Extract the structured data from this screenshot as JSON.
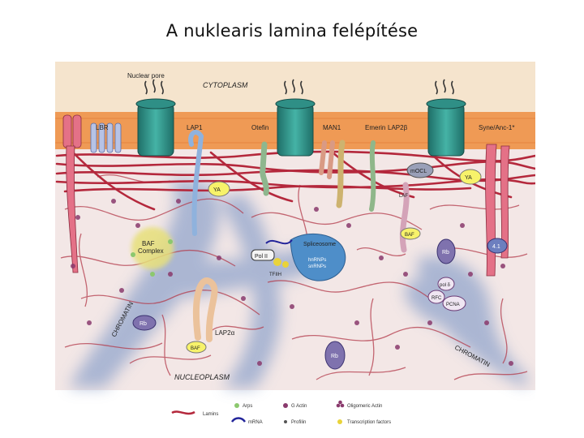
{
  "title": "A nuklearis lamina felépítése",
  "diagram": {
    "top_labels": {
      "nuclear_pore": "Nuclear pore",
      "cytoplasm": "CYTOPLASM"
    },
    "membrane_proteins": [
      "LBR",
      "LAP1",
      "Otefin",
      "MAN1",
      "Emerin",
      "LAP2β",
      "Syne/Anc-1*"
    ],
    "small_labels": {
      "ya_left": "YA",
      "ya_right": "YA",
      "moc": "mOCL",
      "laf": "LAF",
      "baf_complex": "BAF\nComplex",
      "pol": "Pol II",
      "spliceosome": "Spliceosome",
      "rnp": "hnRNPs\nsnRNPs",
      "tfiih": "TFIIH",
      "lap2a": "LAP2α",
      "baf1": "BAF",
      "baf2": "BAF",
      "rb1": "Rb",
      "rb2": "Rb",
      "rb3": "Rb",
      "p41": "4.1",
      "pcna": "PCNA",
      "rfc": "RFC",
      "pold": "pol δ",
      "chromatin1": "CHROMATIN",
      "chromatin2": "CHROMATIN",
      "nucleoplasm": "NUCLEOPLASM"
    },
    "legend": {
      "lamins": "Lamins",
      "arps": "Arps",
      "g_actin": "G Actin",
      "oligomeric_actin": "Oligomeric Actin",
      "mrna": "mRNA",
      "profilin": "Profilin",
      "transcription_factors": "Transcription factors"
    },
    "colors": {
      "cytoplasm_bg": "#f5e4cd",
      "membrane": "#ef9a55",
      "nucleoplasm_bg": "#f3e7e6",
      "lamin": "#b4283c",
      "chromatin": "#9fb0d0",
      "pore": "#2f8f86"
    }
  }
}
